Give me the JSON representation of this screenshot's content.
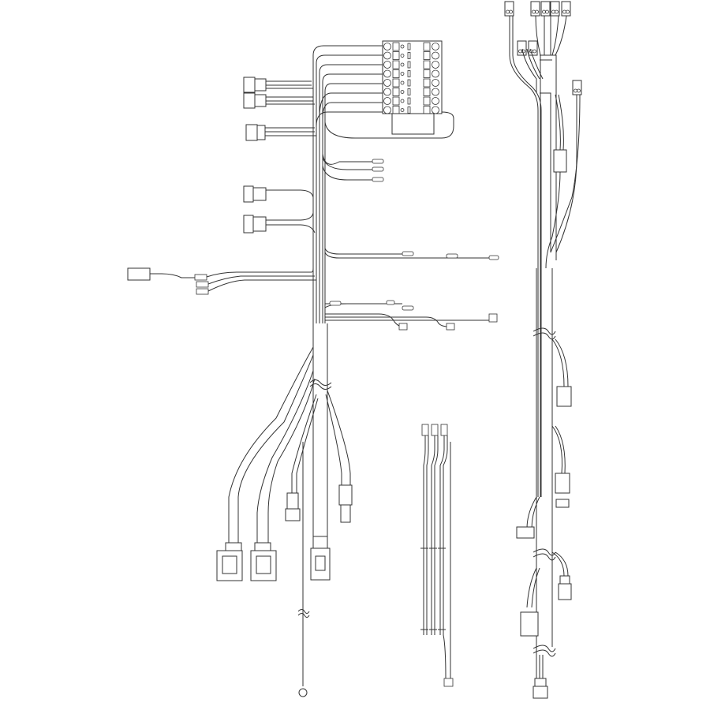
{
  "diagram": {
    "type": "wiring-harness-line-drawing",
    "colors": {
      "line": "#333333",
      "background": "#ffffff"
    },
    "assemblies": [
      "main-harness-with-terminal-block",
      "three-wire-jumper",
      "right-harness"
    ]
  }
}
